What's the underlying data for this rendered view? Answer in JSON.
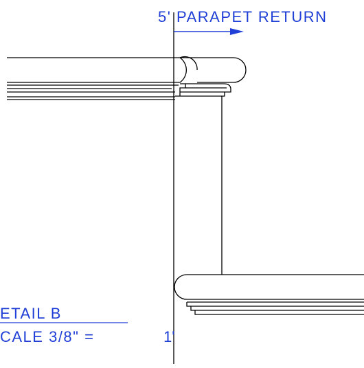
{
  "drawing": {
    "return_label": "5' PARAPET RETURN",
    "detail_title": "ETAIL  B",
    "scale_label": "CALE  3/8\"  =",
    "scale_value": "1'",
    "colors": {
      "line": "#000000",
      "annotation": "#1f3fd6",
      "underline": "#1f3fd6",
      "background": "#ffffff"
    }
  }
}
